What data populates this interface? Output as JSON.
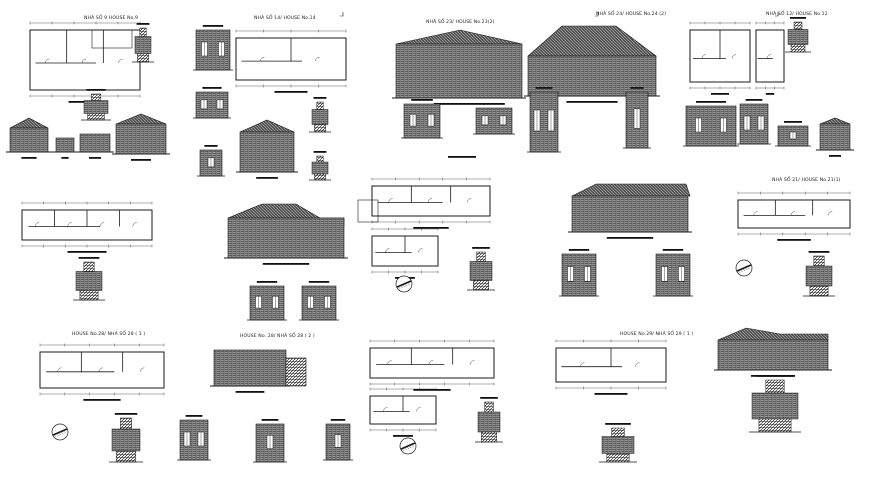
{
  "drawing": {
    "theme": {
      "line": "#1a1a1a",
      "paper": "#ffffff",
      "hatch": "#2a2a2a"
    },
    "titles": {
      "house_9": "NHÀ SỐ 9 HOUSE No.9",
      "house_14": "NHÀ SỐ 14/ HOUSE No.14",
      "house_23": "NHÀ SỐ 23/ HOUSE No.23(2)",
      "house_24": "NHÀ SỐ 24/ HOUSE No.24 (2)",
      "house_12": "NHÀ SỐ 12/ HOUSE No.12",
      "house_21": "NHÀ SỐ 21/ HOUSE No.21(1)",
      "house_28_1": "HOUSE No.28/ NHÀ SỐ 28 ( 1 )",
      "house_28_2": "HOUSE No. 28/ NHÀ SỐ 28 ( 2 )",
      "house_29": "HOUSE No.29/ NHÀ SỐ 29 ( 1 )"
    },
    "icons": [
      "north-arrow-icon",
      "section-marker-icon"
    ]
  }
}
